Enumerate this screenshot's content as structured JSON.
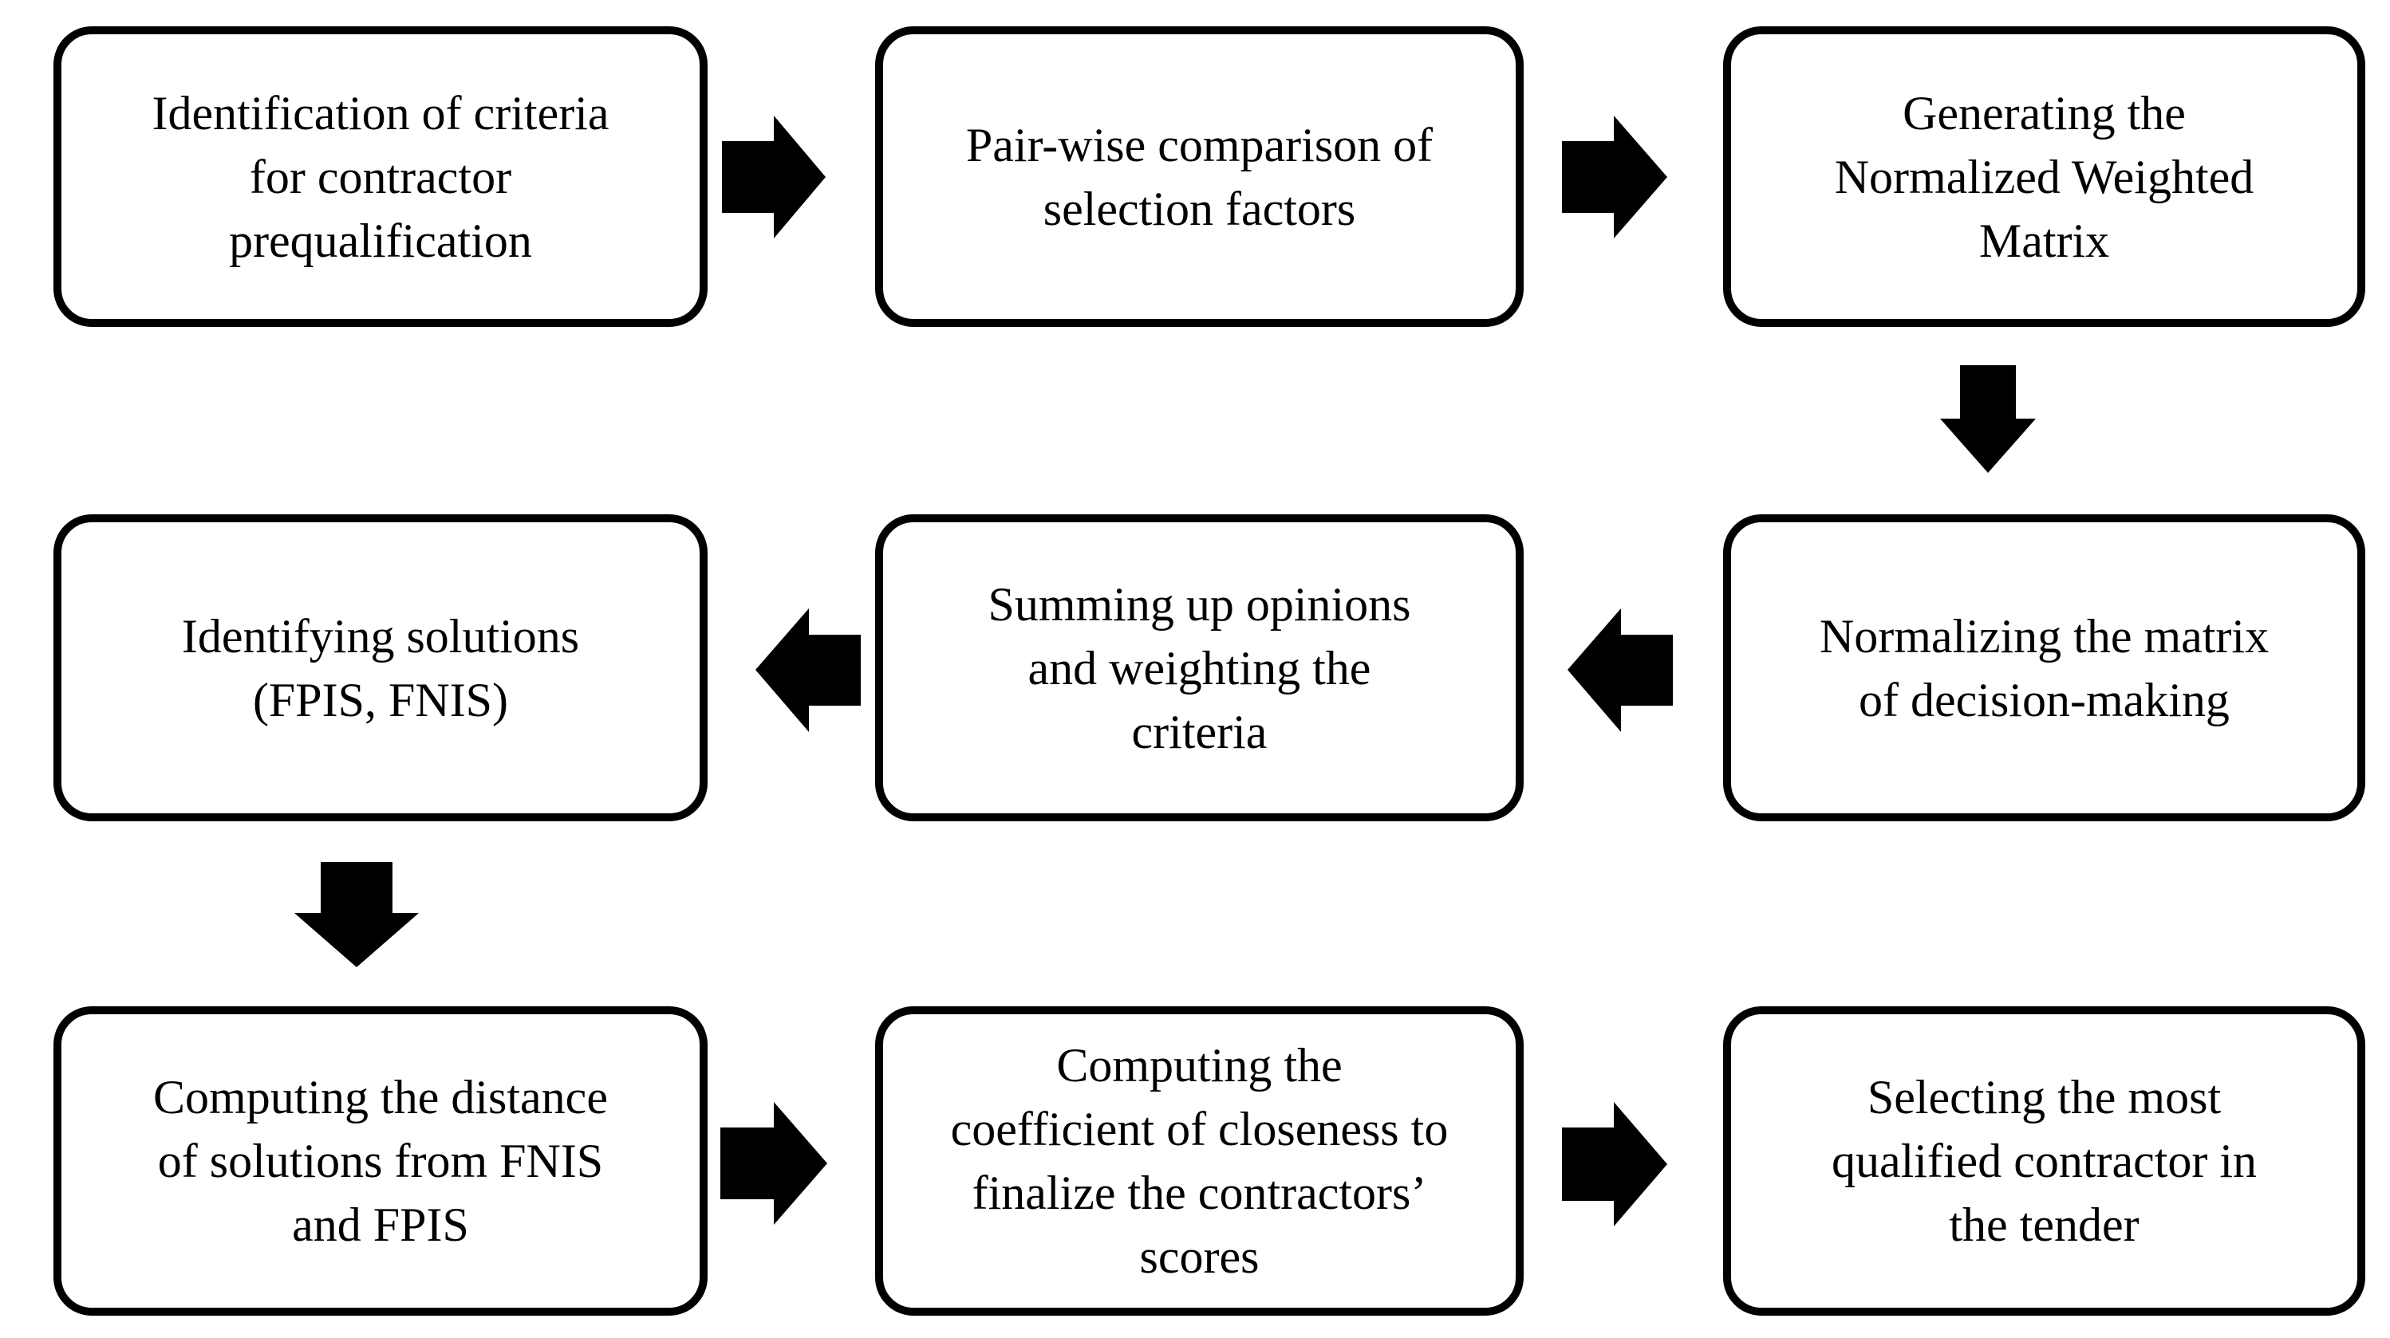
{
  "diagram": {
    "type": "flowchart",
    "background_color": "#ffffff",
    "box_fill_color": "#ffffff",
    "box_border_color": "#000000",
    "text_color": "#000000",
    "arrow_color": "#000000",
    "boxes": [
      {
        "id": 1,
        "label": "Identification of criteria\nfor contractor\nprequalification"
      },
      {
        "id": 2,
        "label": "Pair-wise comparison of\nselection factors"
      },
      {
        "id": 3,
        "label": "Generating the\nNormalized Weighted\nMatrix"
      },
      {
        "id": 4,
        "label": "Identifying solutions\n(FPIS, FNIS)"
      },
      {
        "id": 5,
        "label": "Summing up opinions\nand weighting the\ncriteria"
      },
      {
        "id": 6,
        "label": "Normalizing the matrix\nof decision-making"
      },
      {
        "id": 7,
        "label": "Computing the distance\nof solutions from FNIS\nand FPIS"
      },
      {
        "id": 8,
        "label": "Computing the\ncoefficient of closeness to\nfinalize the contractors’\nscores"
      },
      {
        "id": 9,
        "label": "Selecting the most\nqualified contractor in\nthe tender"
      }
    ],
    "flow": [
      {
        "from": 1,
        "to": 2,
        "direction": "right"
      },
      {
        "from": 2,
        "to": 3,
        "direction": "right"
      },
      {
        "from": 3,
        "to": 6,
        "direction": "down"
      },
      {
        "from": 6,
        "to": 5,
        "direction": "left"
      },
      {
        "from": 5,
        "to": 4,
        "direction": "left"
      },
      {
        "from": 4,
        "to": 7,
        "direction": "down"
      },
      {
        "from": 7,
        "to": 8,
        "direction": "right"
      },
      {
        "from": 8,
        "to": 9,
        "direction": "right"
      }
    ]
  }
}
